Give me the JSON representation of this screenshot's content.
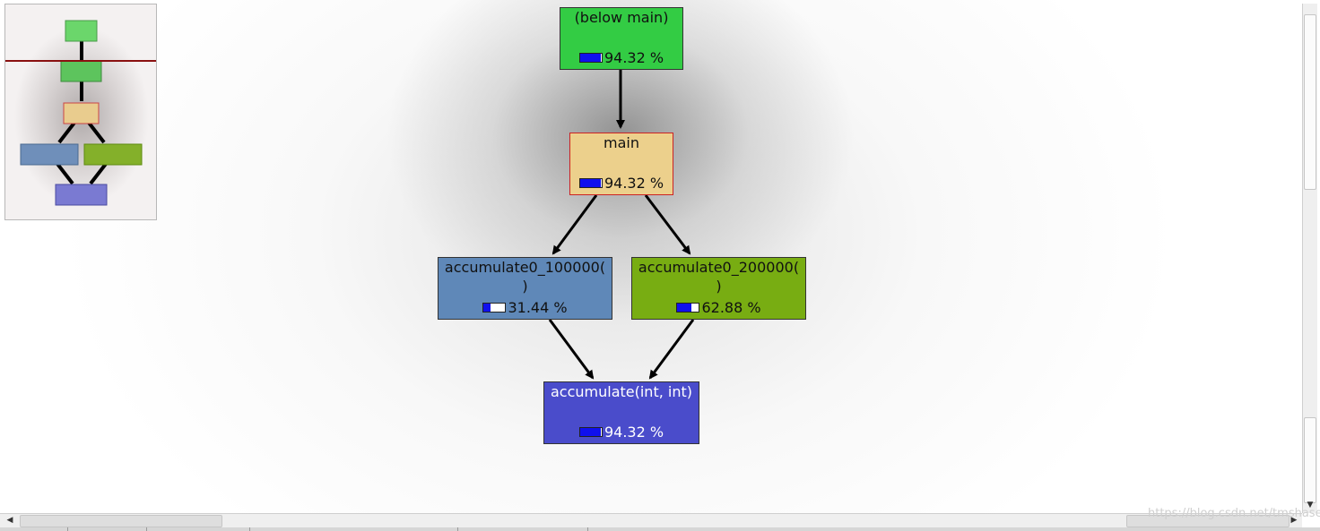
{
  "nodes": {
    "below_main": {
      "label": "(below main)",
      "cost": "94.32 %",
      "fraction": 0.9432
    },
    "main": {
      "label": "main",
      "cost": "94.32 %",
      "fraction": 0.9432
    },
    "acc100": {
      "label": "accumulate0_100000(\n)",
      "cost": "31.44 %",
      "fraction": 0.3144
    },
    "acc200": {
      "label": "accumulate0_200000(\n)",
      "cost": "62.88 %",
      "fraction": 0.6288
    },
    "acc": {
      "label": "accumulate(int, int)",
      "cost": "94.32 %",
      "fraction": 0.9432
    }
  },
  "colors": {
    "below_main": "#33cc44",
    "main": "#ecd08c",
    "acc100": "#5f88b8",
    "acc200": "#78ad12",
    "acc": "#4a4ccb",
    "cost_bar": "#1010ee",
    "selected_border": "#cc2222"
  },
  "scrollbars": {
    "left_arrow": "◀",
    "right_arrow": "▶",
    "down_arrow": "▼"
  },
  "watermark": "https://blog.csdn.net/tmshasei"
}
